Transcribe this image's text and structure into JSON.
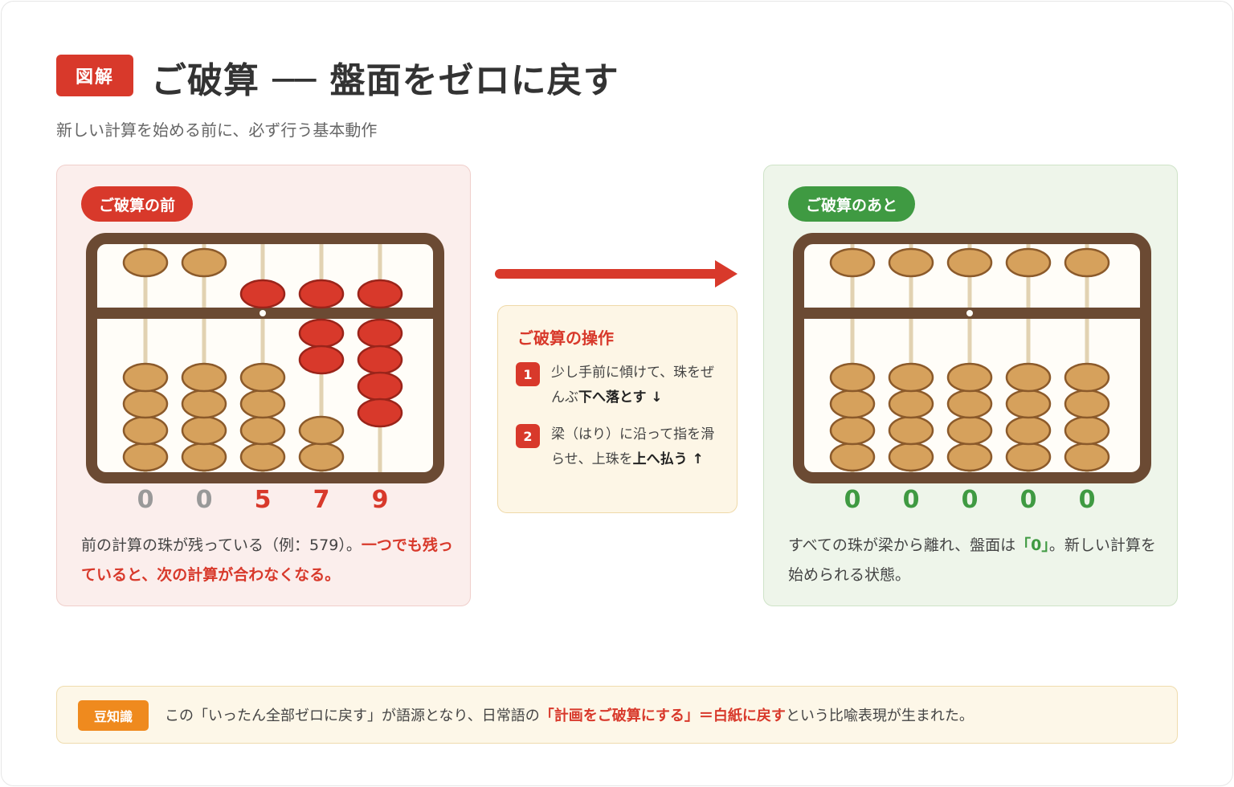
{
  "header": {
    "tag": "図解",
    "title": "ご破算 ── 盤面をゼロに戻す",
    "subtitle": "新しい計算を始める前に、必ず行う基本動作"
  },
  "before": {
    "label": "ご破算の前",
    "digits": [
      0,
      0,
      5,
      7,
      9
    ],
    "desc_plain": "前の計算の珠が残っている（例：579）。",
    "desc_emphasis": "一つでも残っていると、次の計算が合わなくなる。"
  },
  "after": {
    "label": "ご破算のあと",
    "digits": [
      0,
      0,
      0,
      0,
      0
    ],
    "desc_pre": "すべての珠が梁から離れ、盤面は",
    "desc_emphasis": "「0」",
    "desc_post": "。新しい計算を始められる状態。"
  },
  "operation": {
    "title": "ご破算の操作",
    "steps": [
      {
        "num": "1",
        "text_pre": "少し手前に傾けて、珠をぜんぶ",
        "text_bold": "下へ落とす ↓",
        "text_post": ""
      },
      {
        "num": "2",
        "text_pre": "梁（はり）に沿って指を滑らせ、上珠を",
        "text_bold": "上へ払う ↑",
        "text_post": ""
      }
    ]
  },
  "tip": {
    "badge": "豆知識",
    "text_pre": "この「いったん全部ゼロに戻す」が語源となり、日常語の",
    "text_emphasis": "「計画をご破算にする」＝白紙に戻す",
    "text_post": "という比喩表現が生まれた。"
  },
  "colors": {
    "accent_red": "#d8392b",
    "accent_green": "#3f9a42",
    "frame_brown": "#6b4a33",
    "bead_tan": "#d6a15c",
    "bead_red": "#d8392b",
    "digit_zero_gray": "#999999"
  }
}
